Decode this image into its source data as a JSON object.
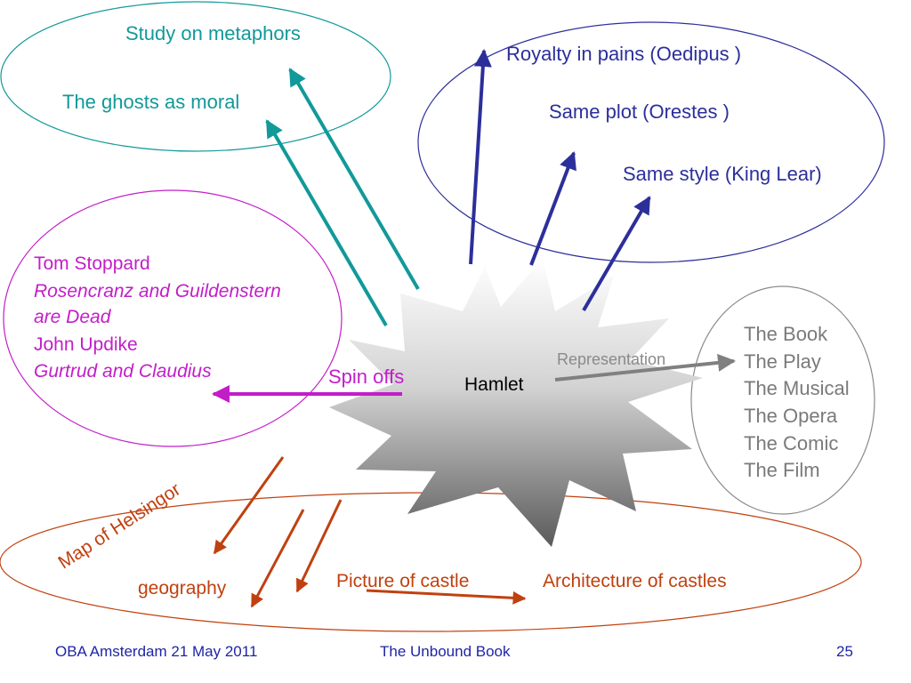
{
  "center": {
    "label": "Hamlet"
  },
  "study_group": {
    "items": [
      "Study on metaphors",
      "The ghosts as moral"
    ]
  },
  "royalty_group": {
    "items": [
      "Royalty in pains (Oedipus )",
      "Same plot (Orestes )",
      "Same style (King Lear)"
    ]
  },
  "spinoff_group": {
    "arrow_label": "Spin offs",
    "lines": [
      {
        "text": "Tom Stoppard",
        "italic": false
      },
      {
        "text": "Rosencranz and Guildenstern",
        "italic": true
      },
      {
        "text": "are Dead",
        "italic": true
      },
      {
        "text": "John Updike",
        "italic": false
      },
      {
        "text": "Gurtrud and Claudius",
        "italic": true
      }
    ]
  },
  "representation_group": {
    "arrow_label": "Representation",
    "items": [
      "The Book",
      "The Play",
      "The Musical",
      "The Opera",
      "The Comic",
      "The Film"
    ]
  },
  "geography_group": {
    "items": [
      "Map of Helsingor",
      "geography",
      "Picture of castle",
      "Architecture of castles"
    ]
  },
  "footer": {
    "left": "OBA Amsterdam 21 May 2011",
    "center": "The Unbound Book",
    "page": "25"
  },
  "colors": {
    "teal": "#12999a",
    "navy": "#2c2f9a",
    "magenta": "#c21ec8",
    "gray": "#7a7a7a",
    "rust": "#c0410f",
    "footer": "#1f25a6"
  }
}
